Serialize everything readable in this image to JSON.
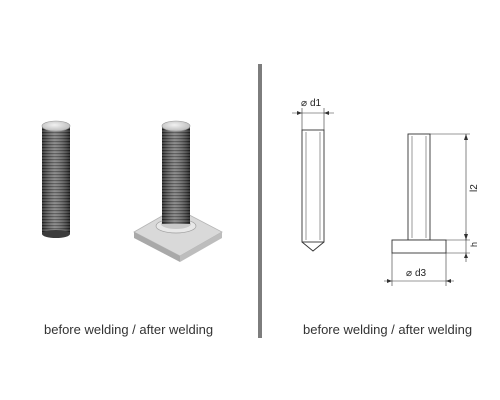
{
  "captions": {
    "left": "before welding / after welding",
    "right": "before welding / after welding"
  },
  "dimensions": {
    "d1": "d1",
    "d3": "d3",
    "l2": "l2",
    "h": "h",
    "diameter_symbol": "⌀"
  },
  "colors": {
    "divider": "#7d7d7d",
    "thread": "#5a5a5a",
    "plate": "#cfcfcf",
    "line": "#333333"
  }
}
